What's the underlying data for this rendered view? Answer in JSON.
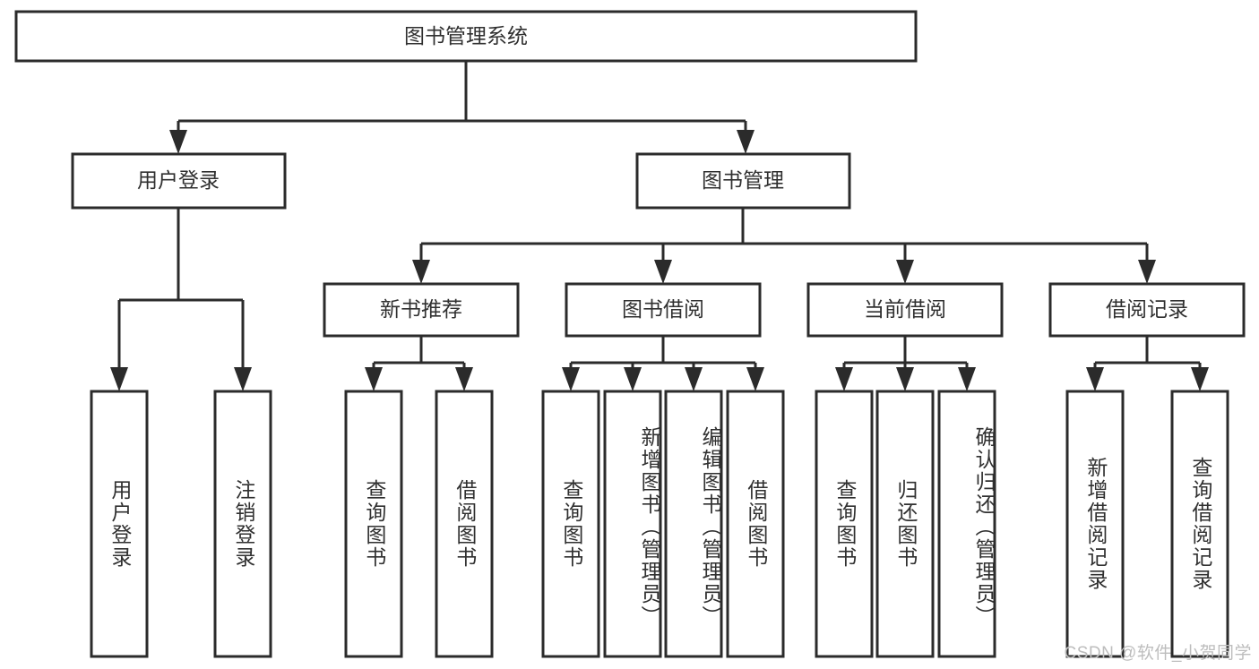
{
  "diagram": {
    "title": "图书管理系统",
    "watermark": "CSDN @软件_小贺同学",
    "colors": {
      "stroke": "#2b2b2b",
      "box_fill": "#ffffff",
      "text": "#303030",
      "background": "#ffffff",
      "watermark": "#bdbdbd"
    },
    "root": {
      "label": "图书管理系统"
    },
    "level2": [
      {
        "label": "用户登录"
      },
      {
        "label": "图书管理"
      }
    ],
    "level3": [
      {
        "label": "新书推荐"
      },
      {
        "label": "图书借阅"
      },
      {
        "label": "当前借阅"
      },
      {
        "label": "借阅记录"
      }
    ],
    "leaves": {
      "user_login": [
        {
          "label": "用户登录"
        },
        {
          "label": "注销登录"
        }
      ],
      "new_book": [
        {
          "label": "查询图书"
        },
        {
          "label": "借阅图书"
        }
      ],
      "book_borrow": [
        {
          "label": "查询图书"
        },
        {
          "label": "新增图书（管理员）"
        },
        {
          "label": "编辑图书（管理员）"
        },
        {
          "label": "借阅图书"
        }
      ],
      "current_borrow": [
        {
          "label": "查询图书"
        },
        {
          "label": "归还图书"
        },
        {
          "label": "确认归还（管理员）"
        }
      ],
      "borrow_record": [
        {
          "label": "新增借阅记录"
        },
        {
          "label": "查询借阅记录"
        }
      ]
    }
  }
}
